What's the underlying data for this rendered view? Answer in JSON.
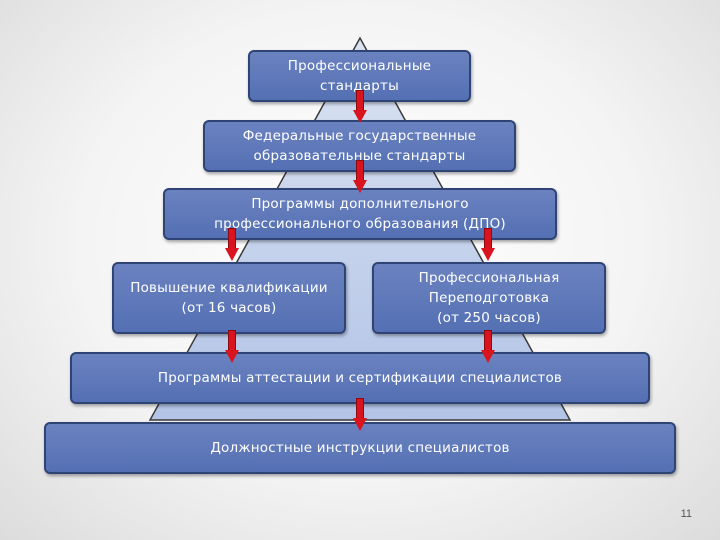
{
  "boxes": {
    "prof_standards": "Профессиональные\nстандарты",
    "fed_standards": "Федеральные государственные\nобразовательные стандарты",
    "dpo_programs": "Программы дополнительного\nпрофессионального образования (ДПО)",
    "qualification": "Повышение квалификации\n(от 16 часов)",
    "retraining": "Профессиональная\nПереподготовка\n(от 250 часов)",
    "attestation": "Программы аттестации и сертификации специалистов",
    "instructions": "Должностные инструкции специалистов"
  },
  "page_number": "11",
  "colors": {
    "box_fill": "#5b76b8",
    "box_border": "#2f4374",
    "pyramid_fill": "#b8c8e8",
    "arrow": "#d9141f"
  }
}
